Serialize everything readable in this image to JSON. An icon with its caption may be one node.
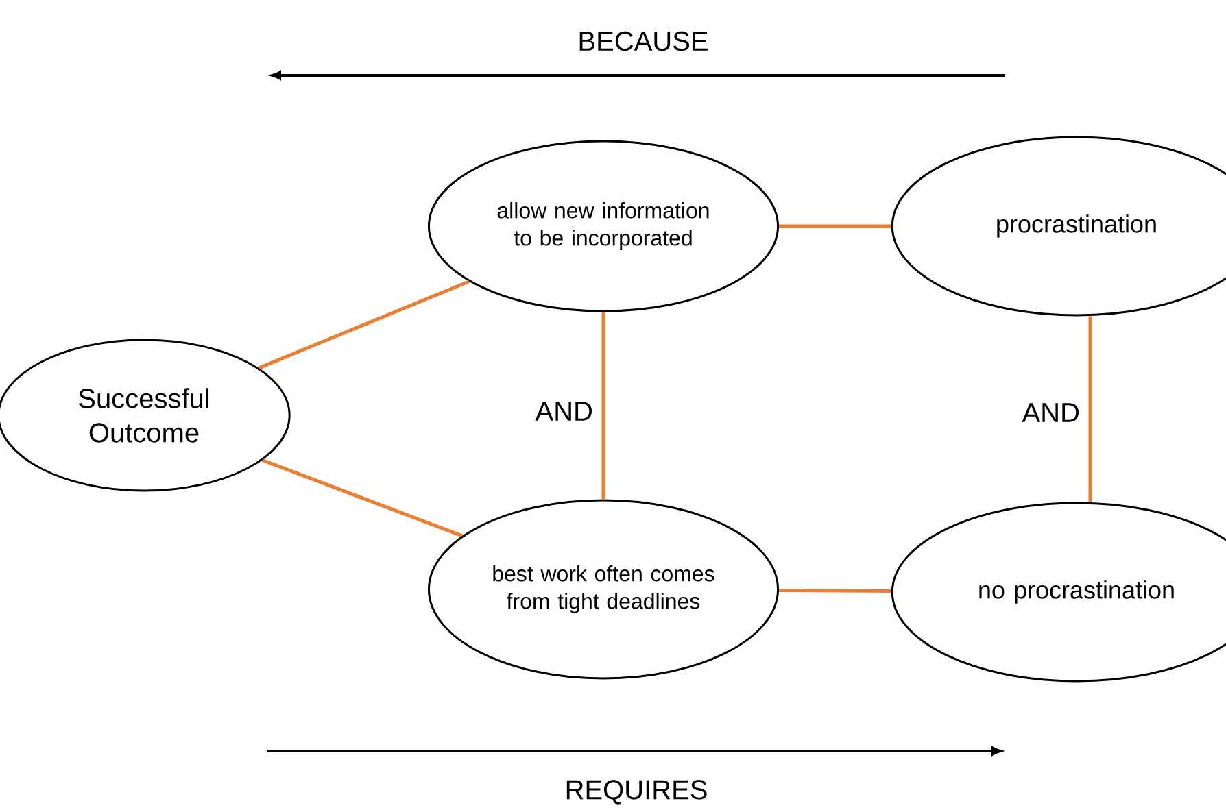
{
  "diagram": {
    "nodes": [
      {
        "text": [
          "Successful Outcome"
        ]
      },
      {
        "text": [
          "allow new information to be incorporated"
        ]
      },
      {
        "text": [
          "best work often comes from tight deadlines"
        ]
      },
      {
        "text": [
          "procrastination"
        ]
      },
      {
        "text": [
          "no procrastination"
        ]
      }
    ],
    "edges": [
      {
        "from": 0,
        "to": 1,
        "arrow": "none"
      },
      {
        "from": 0,
        "to": 2,
        "arrow": "none"
      },
      {
        "from": 1,
        "to": 3,
        "arrow": "none"
      },
      {
        "from": 2,
        "to": 4,
        "arrow": "none"
      },
      {
        "from": 1,
        "to": 2,
        "arrow": "none",
        "label": "AND"
      },
      {
        "from": 3,
        "to": 4,
        "arrow": "none",
        "label": "AND"
      }
    ],
    "labels": [
      "BECAUSE",
      "REQUIRES"
    ]
  }
}
